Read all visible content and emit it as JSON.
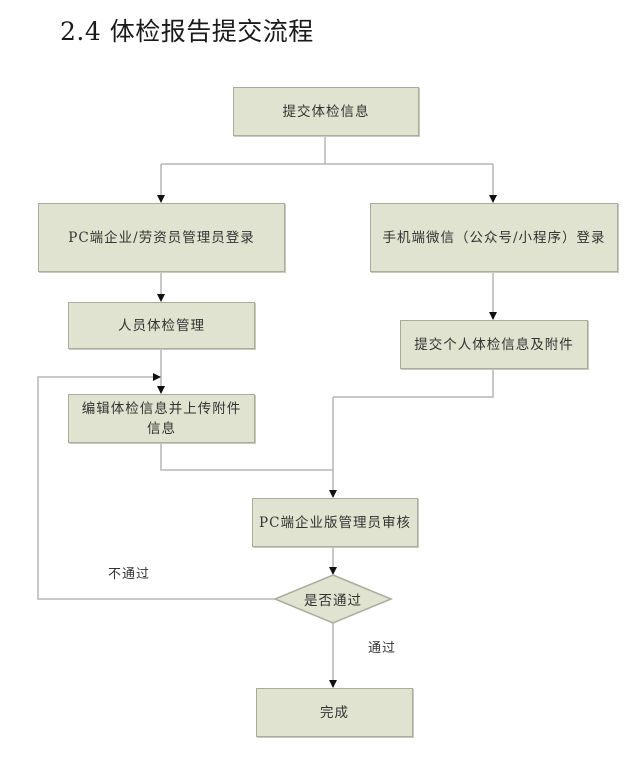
{
  "title": "2.4 体检报告提交流程",
  "colors": {
    "node_fill": "#dfe3cf",
    "node_border": "#a9ac9c",
    "connector": "#b5b5b5",
    "arrow": "#111111"
  },
  "nodes": {
    "submit_info": "提交体检信息",
    "pc_login": "PC端企业/劳资员管理员登录",
    "mobile_login": "手机端微信（公众号/小程序）登录",
    "staff_manage": "人员体检管理",
    "edit_upload": "编辑体检信息并上传附件信息",
    "submit_personal": "提交个人体检信息及附件",
    "pc_review": "PC端企业版管理员审核",
    "decision": "是否通过",
    "done": "完成"
  },
  "edge_labels": {
    "fail": "不通过",
    "pass": "通过"
  }
}
